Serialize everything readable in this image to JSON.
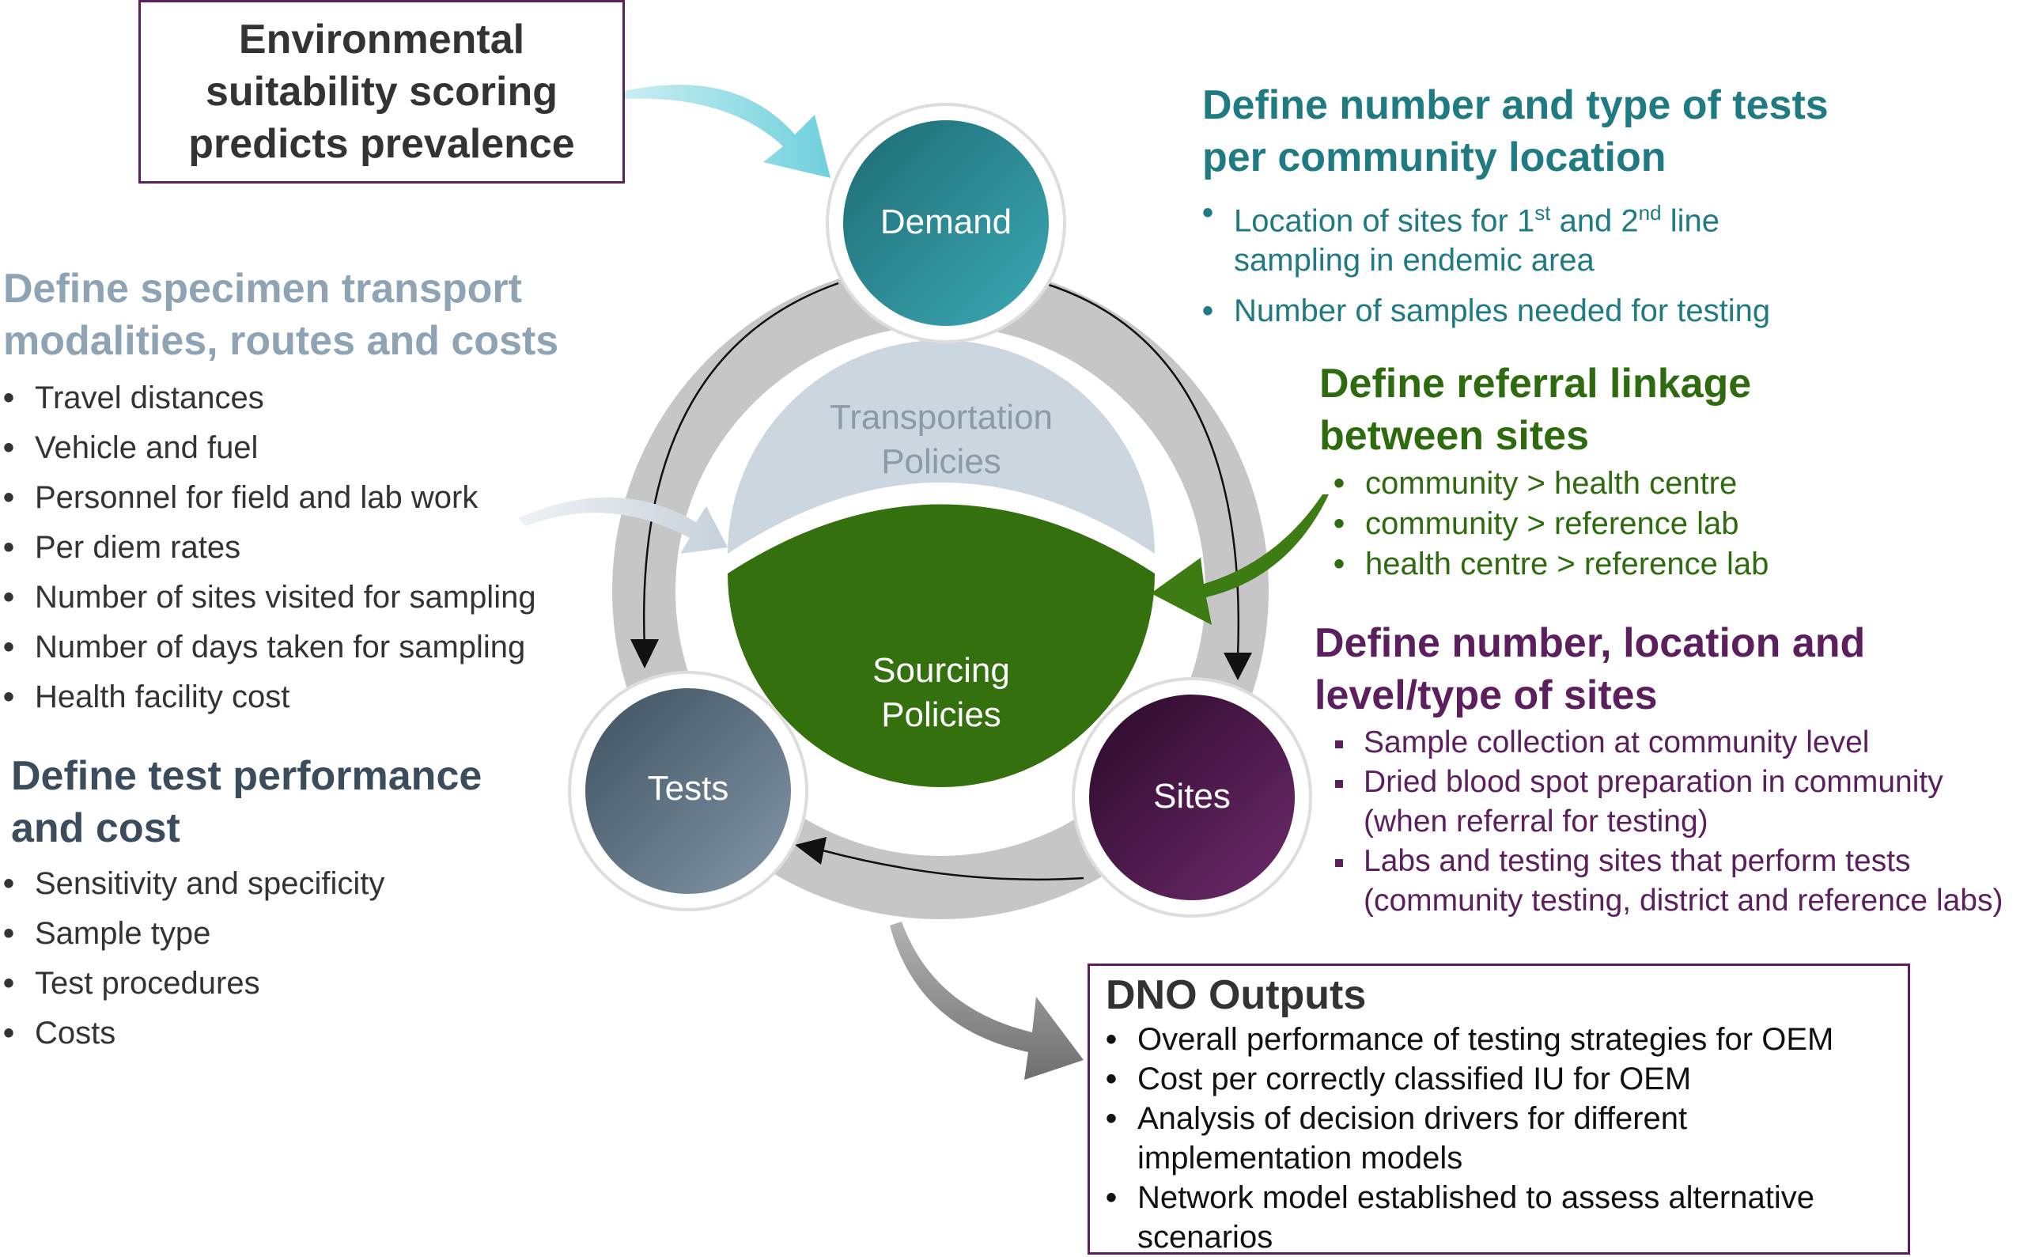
{
  "env_box": {
    "text": "Environmental suitability scoring predicts prevalence"
  },
  "demand_panel": {
    "title": "Define number and type of tests per community location",
    "items": [
      {
        "pre": "Location of sites for 1",
        "sup1": "st",
        "mid": " and 2",
        "sup2": "nd",
        "post": " line sampling in endemic area"
      },
      {
        "pre": "Number of samples needed for testing"
      }
    ]
  },
  "transport_panel": {
    "title": "Define specimen transport modalities, routes and costs",
    "items": [
      "Travel distances",
      "Vehicle and fuel",
      "Personnel for field and lab work",
      "Per diem rates",
      "Number of sites visited for sampling",
      "Number of days taken for sampling",
      "Health facility cost"
    ]
  },
  "test_panel": {
    "title": "Define test performance and cost",
    "items": [
      "Sensitivity and specificity",
      "Sample type",
      "Test procedures",
      "Costs"
    ]
  },
  "referral_panel": {
    "title": "Define referral linkage between sites",
    "items": [
      "community > health centre",
      "community > reference lab",
      "health centre > reference lab"
    ]
  },
  "sites_panel": {
    "title": "Define number, location and level/type of sites",
    "items": [
      "Sample collection at community level",
      "Dried blood spot preparation in community (when referral for testing)",
      "Labs and testing sites that perform tests (community testing, district and reference labs)"
    ]
  },
  "dno_box": {
    "title": "DNO Outputs",
    "items": [
      "Overall performance of testing strategies for OEM",
      "Cost per correctly classified IU for OEM",
      "Analysis of decision drivers for different implementation models",
      "Network model established to assess alternative scenarios"
    ]
  },
  "diagram": {
    "demand": "Demand",
    "tests": "Tests",
    "sites": "Sites",
    "transportation": "Transportation Policies",
    "sourcing": "Sourcing Policies"
  },
  "colors": {
    "teal": "#1f7a82",
    "slate_blue": "#8ea3b3",
    "dark_slate": "#3b4d5c",
    "green": "#2e6b0f",
    "purple": "#5a1f5c",
    "ring_gray": "#bdbdbd"
  }
}
